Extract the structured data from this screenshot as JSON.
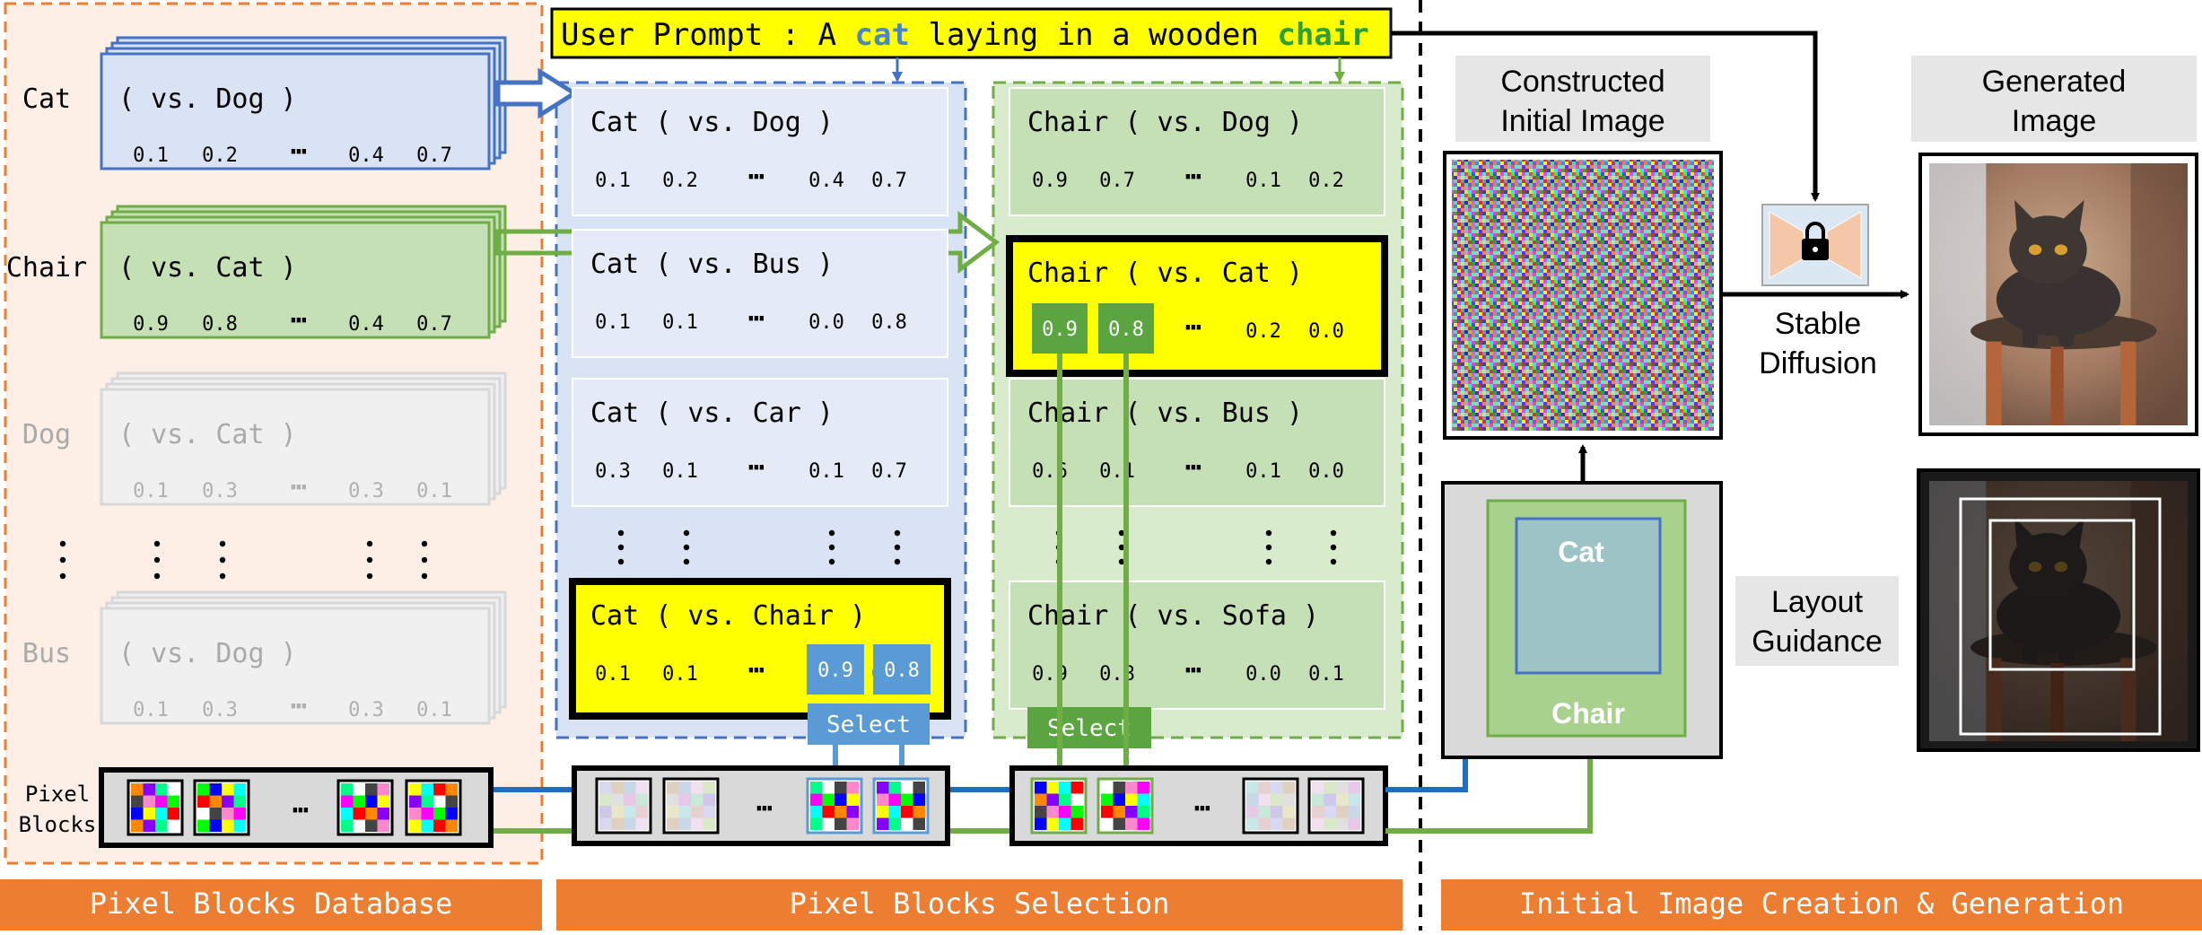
{
  "prompt": {
    "prefix": "User Prompt :  A",
    "word1": "cat",
    "middle": "laying in a wooden",
    "word2": "chair"
  },
  "colors": {
    "blue": "#4472c4",
    "blue_fill": "#dae3f3",
    "green": "#70ad47",
    "green_fill": "#c5e0b4",
    "yellow": "#ffff00",
    "orange": "#ed7d31",
    "cat_word": "#4a86c8",
    "chair_word": "#2e9e2e",
    "select_blue": "#5b9bd5"
  },
  "database": {
    "entries": [
      {
        "label": "Cat",
        "vs": "( vs. Dog )",
        "values": [
          "0.1",
          "0.2",
          "0.4",
          "0.7"
        ],
        "style": "blue"
      },
      {
        "label": "Chair",
        "vs": "( vs. Cat )",
        "values": [
          "0.9",
          "0.8",
          "0.4",
          "0.7"
        ],
        "style": "green"
      },
      {
        "label": "Dog",
        "vs": "( vs. Cat )",
        "values": [
          "0.1",
          "0.3",
          "0.3",
          "0.1"
        ],
        "style": "faded"
      },
      {
        "label": "Bus",
        "vs": "( vs. Dog )",
        "values": [
          "0.1",
          "0.3",
          "0.3",
          "0.1"
        ],
        "style": "faded"
      }
    ],
    "ellipsis": "⋯",
    "pixel_label": "Pixel\nBlocks"
  },
  "selection": {
    "cat_cards": [
      {
        "title": "Cat ( vs. Dog )",
        "values": [
          "0.1",
          "0.2",
          "0.4",
          "0.7"
        ]
      },
      {
        "title": "Cat ( vs. Bus )",
        "values": [
          "0.1",
          "0.1",
          "0.0",
          "0.8"
        ]
      },
      {
        "title": "Cat ( vs. Car )",
        "values": [
          "0.3",
          "0.1",
          "0.1",
          "0.7"
        ]
      },
      {
        "title": "Cat ( vs. Chair )",
        "values": [
          "0.1",
          "0.1",
          "0.9",
          "0.8"
        ]
      }
    ],
    "chair_cards": [
      {
        "title": "Chair ( vs. Dog )",
        "values": [
          "0.9",
          "0.7",
          "0.1",
          "0.2"
        ]
      },
      {
        "title": "Chair ( vs. Cat )",
        "values": [
          "0.9",
          "0.8",
          "0.2",
          "0.0"
        ]
      },
      {
        "title": "Chair ( vs. Bus )",
        "values": [
          "0.6",
          "0.1",
          "0.1",
          "0.0"
        ]
      },
      {
        "title": "Chair ( vs. Sofa )",
        "values": [
          "0.9",
          "0.8",
          "0.0",
          "0.1"
        ]
      }
    ],
    "select_label": "Select"
  },
  "generation": {
    "constructed_label": "Constructed\nInitial Image",
    "generated_label": "Generated\nImage",
    "stable_label": "Stable\nDiffusion",
    "layout_label": "Layout\nGuidance",
    "cat_box": "Cat",
    "chair_box": "Chair"
  },
  "footer": {
    "database": "Pixel Blocks Database",
    "selection": "Pixel Blocks Selection",
    "generation": "Initial Image Creation & Generation"
  },
  "icons": {
    "lock": "lock-icon",
    "cat_photo": "cat-photo-icon"
  }
}
